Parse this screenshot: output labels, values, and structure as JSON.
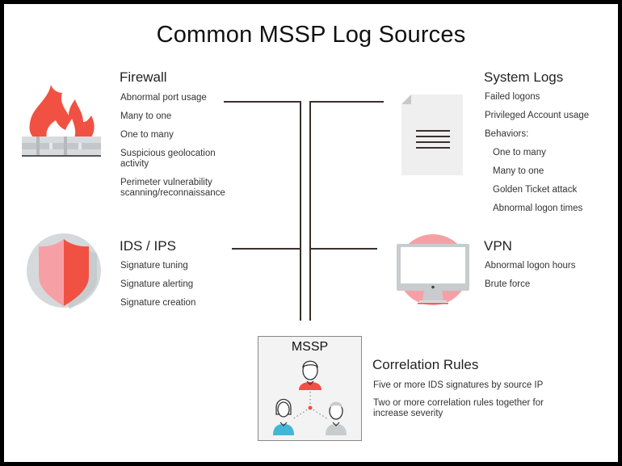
{
  "title": "Common MSSP Log Sources",
  "sections": {
    "firewall": {
      "title": "Firewall",
      "icon": "firewall-icon",
      "items": [
        "Abnormal port usage",
        "Many to one",
        "One to many",
        "Suspicious geolocation activity",
        "Perimeter vulnerability scanning/reconnaissance"
      ]
    },
    "ids_ips": {
      "title": "IDS / IPS",
      "icon": "shield-icon",
      "items": [
        "Signature tuning",
        "Signature alerting",
        "Signature creation"
      ]
    },
    "system_logs": {
      "title": "System Logs",
      "icon": "document-icon",
      "items": [
        "Failed logons",
        "Privileged Account usage",
        "Behaviors:"
      ],
      "behaviors": [
        "One to many",
        "Many to one",
        "Golden Ticket attack",
        "Abnormal logon times"
      ]
    },
    "vpn": {
      "title": "VPN",
      "icon": "monitor-icon",
      "items": [
        "Abnormal logon hours",
        "Brute force"
      ]
    },
    "correlation_rules": {
      "title": "Correlation Rules",
      "items": [
        "Five or more IDS signatures by source IP",
        "Two or more correlation rules together for increase severity"
      ]
    }
  },
  "mssp": {
    "label": "MSSP",
    "icon": "team-network-icon"
  },
  "colors": {
    "accent_red": "#f05142",
    "light_red": "#f6a0a6",
    "gray": "#c8ccce",
    "teal": "#41b6d6",
    "line": "#3a302c"
  }
}
